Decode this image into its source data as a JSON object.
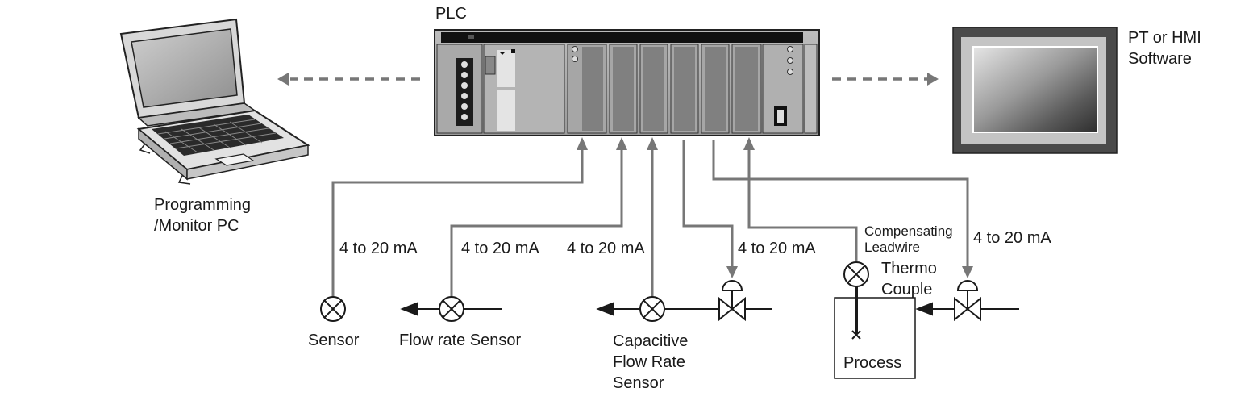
{
  "labels": {
    "plc": "PLC",
    "pt_hmi": "PT or HMI\nSoftware",
    "programming_pc": "Programming\n/Monitor PC",
    "current_range": "4 to 20 mA",
    "compensating_leadwire": "Compensating\nLeadwire",
    "thermo_couple": "Thermo\nCouple",
    "sensor": "Sensor",
    "flow_rate_sensor": "Flow rate Sensor",
    "capacitive_sensor": "Capacitive\nFlow Rate\nSensor",
    "process": "Process"
  },
  "icons": {
    "laptop": "laptop-icon",
    "plc_rack": "plc-rack-icon",
    "hmi_panel": "hmi-panel-icon",
    "sensor": "sensor-cross-circle-icon",
    "valve": "control-valve-icon",
    "arrow": "arrow-icon"
  },
  "colors": {
    "line": "#777777",
    "ink": "#1a1a1a"
  }
}
